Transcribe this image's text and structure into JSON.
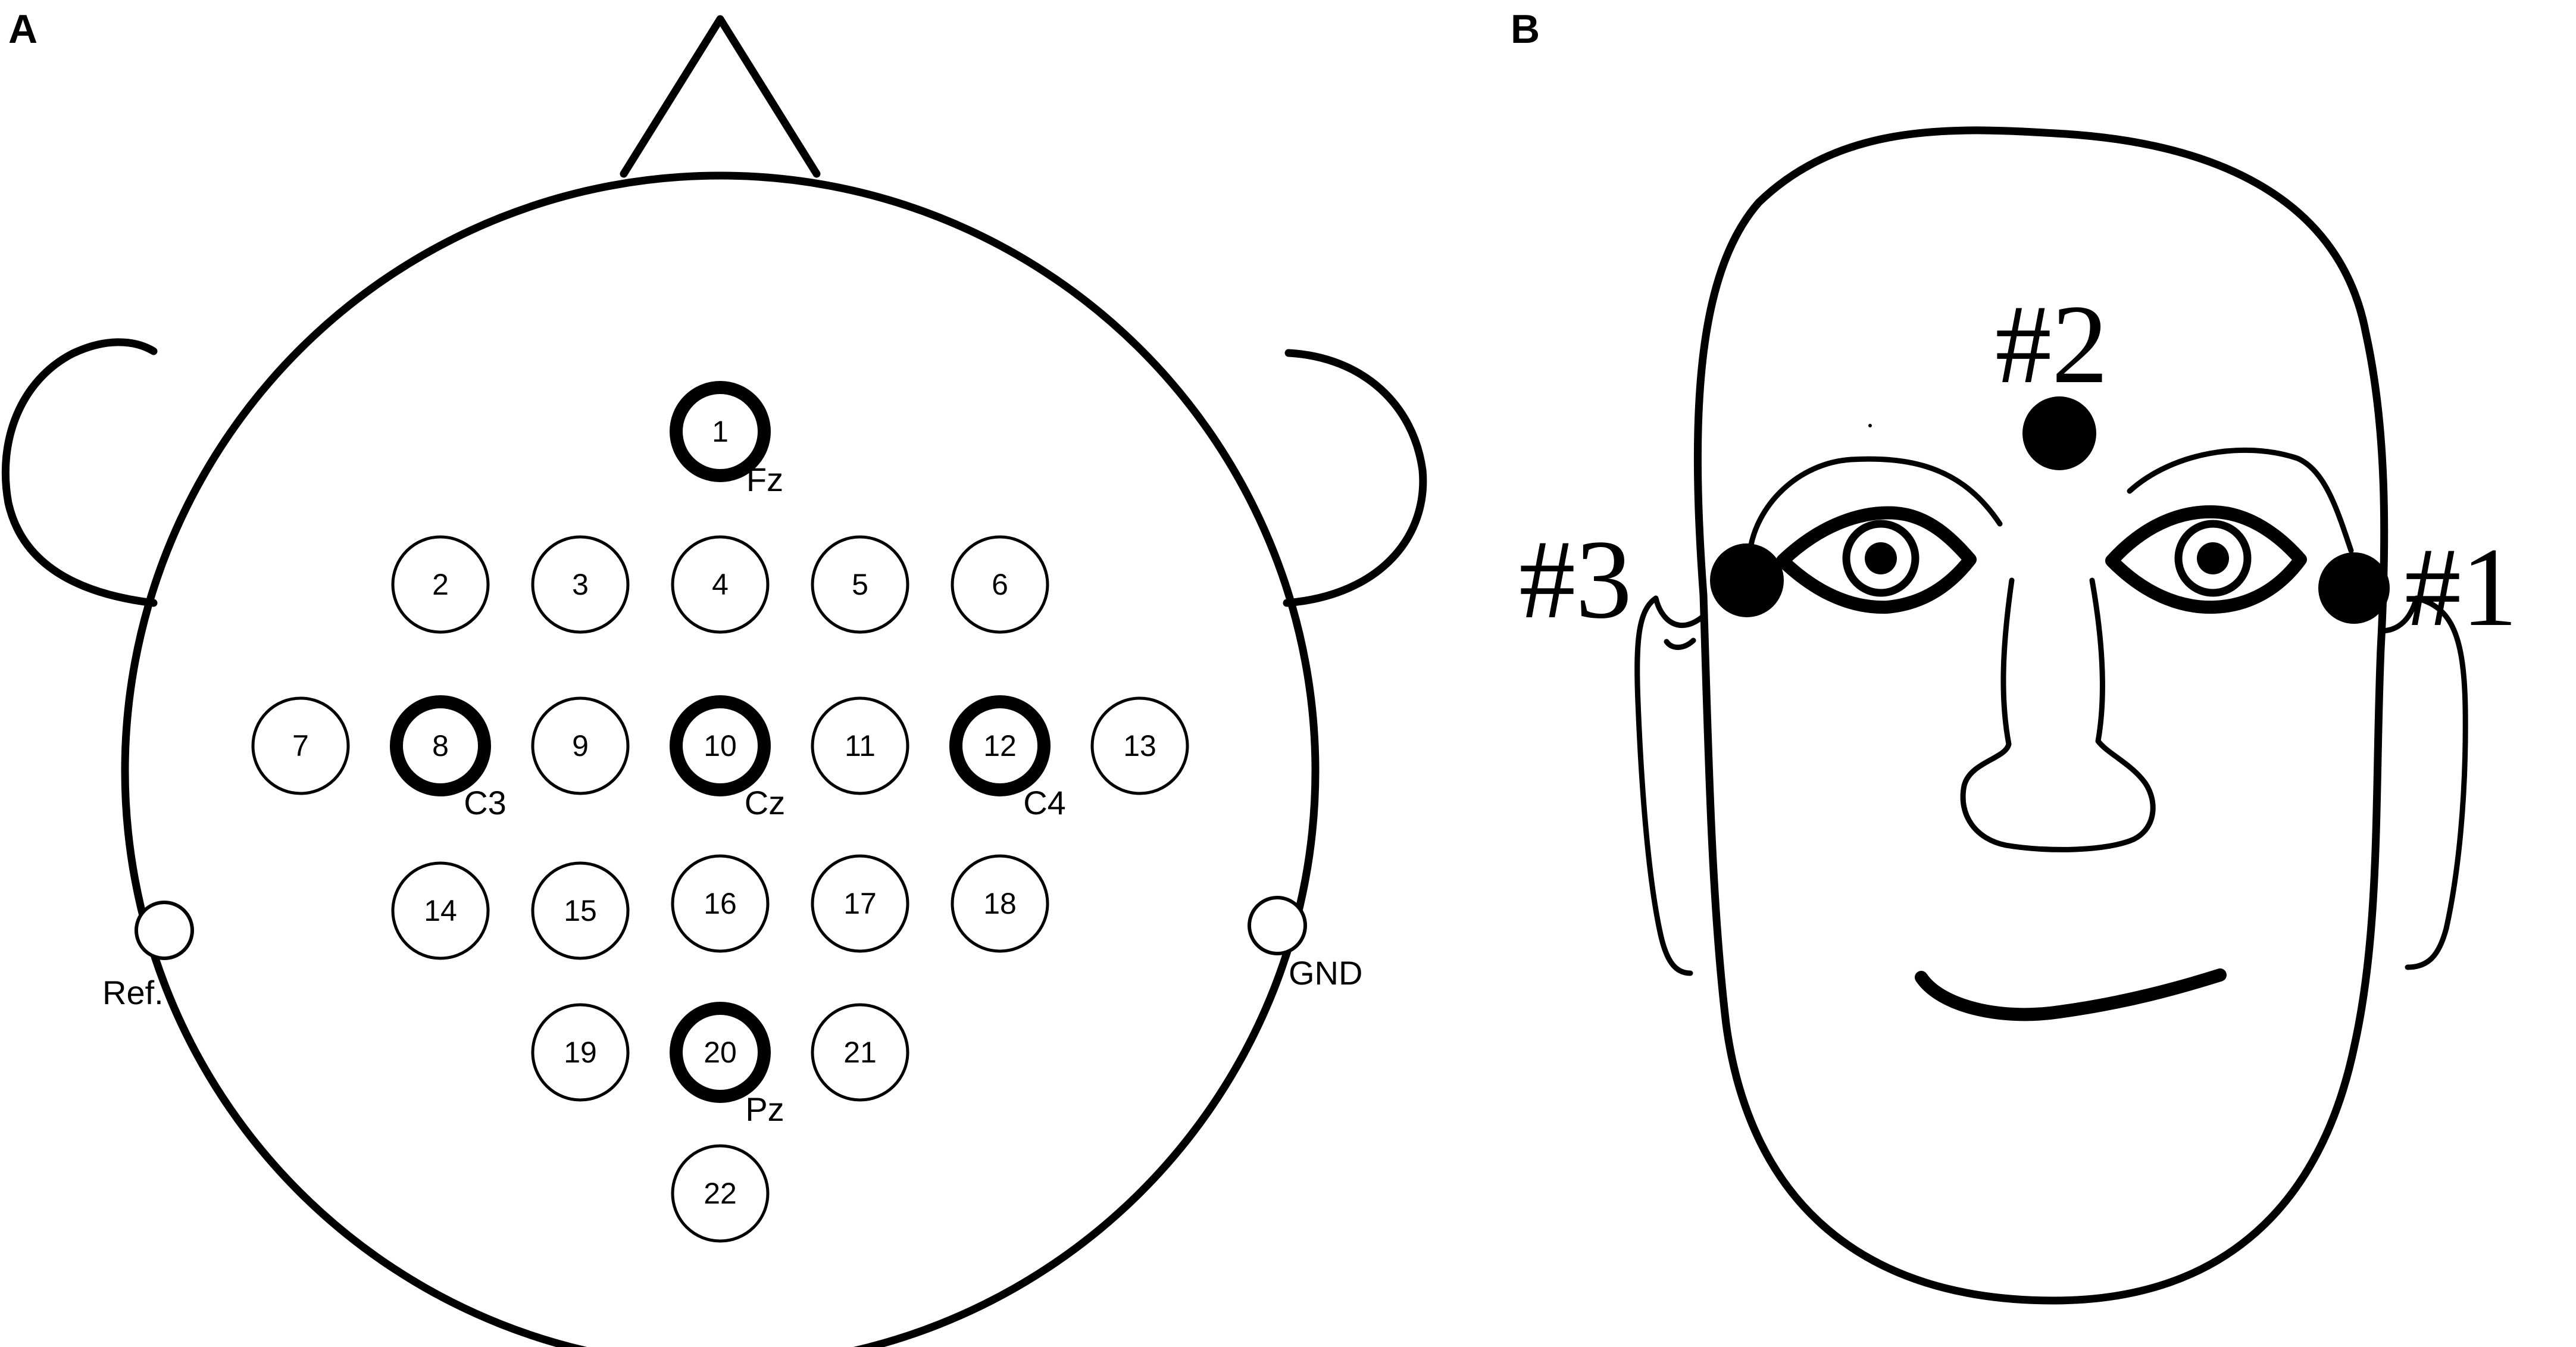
{
  "panels": [
    {
      "label": "A"
    },
    {
      "label": "B"
    }
  ],
  "panel_a": {
    "electrodes": [
      {
        "num": "1",
        "label": "Fz",
        "highlight": true
      },
      {
        "num": "2",
        "label": "",
        "highlight": false
      },
      {
        "num": "3",
        "label": "",
        "highlight": false
      },
      {
        "num": "4",
        "label": "",
        "highlight": false
      },
      {
        "num": "5",
        "label": "",
        "highlight": false
      },
      {
        "num": "6",
        "label": "",
        "highlight": false
      },
      {
        "num": "7",
        "label": "",
        "highlight": false
      },
      {
        "num": "8",
        "label": "C3",
        "highlight": true
      },
      {
        "num": "9",
        "label": "",
        "highlight": false
      },
      {
        "num": "10",
        "label": "Cz",
        "highlight": true
      },
      {
        "num": "11",
        "label": "",
        "highlight": false
      },
      {
        "num": "12",
        "label": "C4",
        "highlight": true
      },
      {
        "num": "13",
        "label": "",
        "highlight": false
      },
      {
        "num": "14",
        "label": "",
        "highlight": false
      },
      {
        "num": "15",
        "label": "",
        "highlight": false
      },
      {
        "num": "16",
        "label": "",
        "highlight": false
      },
      {
        "num": "17",
        "label": "",
        "highlight": false
      },
      {
        "num": "18",
        "label": "",
        "highlight": false
      },
      {
        "num": "19",
        "label": "",
        "highlight": false
      },
      {
        "num": "20",
        "label": "Pz",
        "highlight": true
      },
      {
        "num": "21",
        "label": "",
        "highlight": false
      },
      {
        "num": "22",
        "label": "",
        "highlight": false
      }
    ],
    "reference_label": "Ref.",
    "ground_label": "GND"
  },
  "panel_b": {
    "sites": [
      {
        "label": "#1"
      },
      {
        "label": "#2"
      },
      {
        "label": "#3"
      }
    ]
  }
}
